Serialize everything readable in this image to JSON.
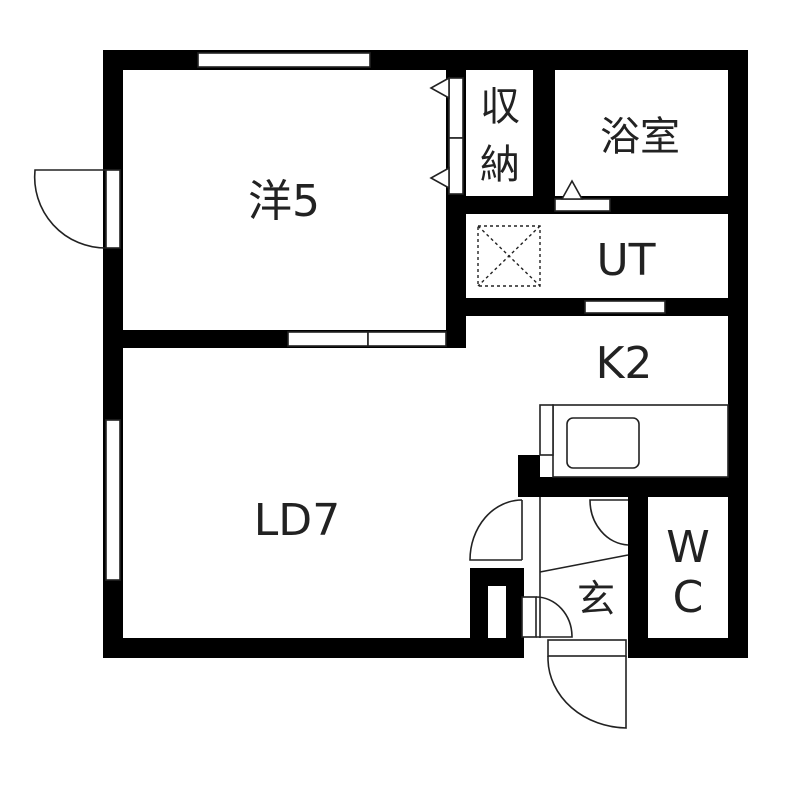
{
  "rooms": {
    "western_room": "洋5",
    "storage_top": "収",
    "storage_bottom": "納",
    "bathroom": "浴室",
    "utility": "UT",
    "kitchen": "K2",
    "living_dining": "LD7",
    "toilet_top": "W",
    "toilet_bottom": "C",
    "entrance": "玄"
  },
  "colors": {
    "wall": "#000000",
    "line": "#222222",
    "background": "#ffffff",
    "window": "#ffffff"
  }
}
